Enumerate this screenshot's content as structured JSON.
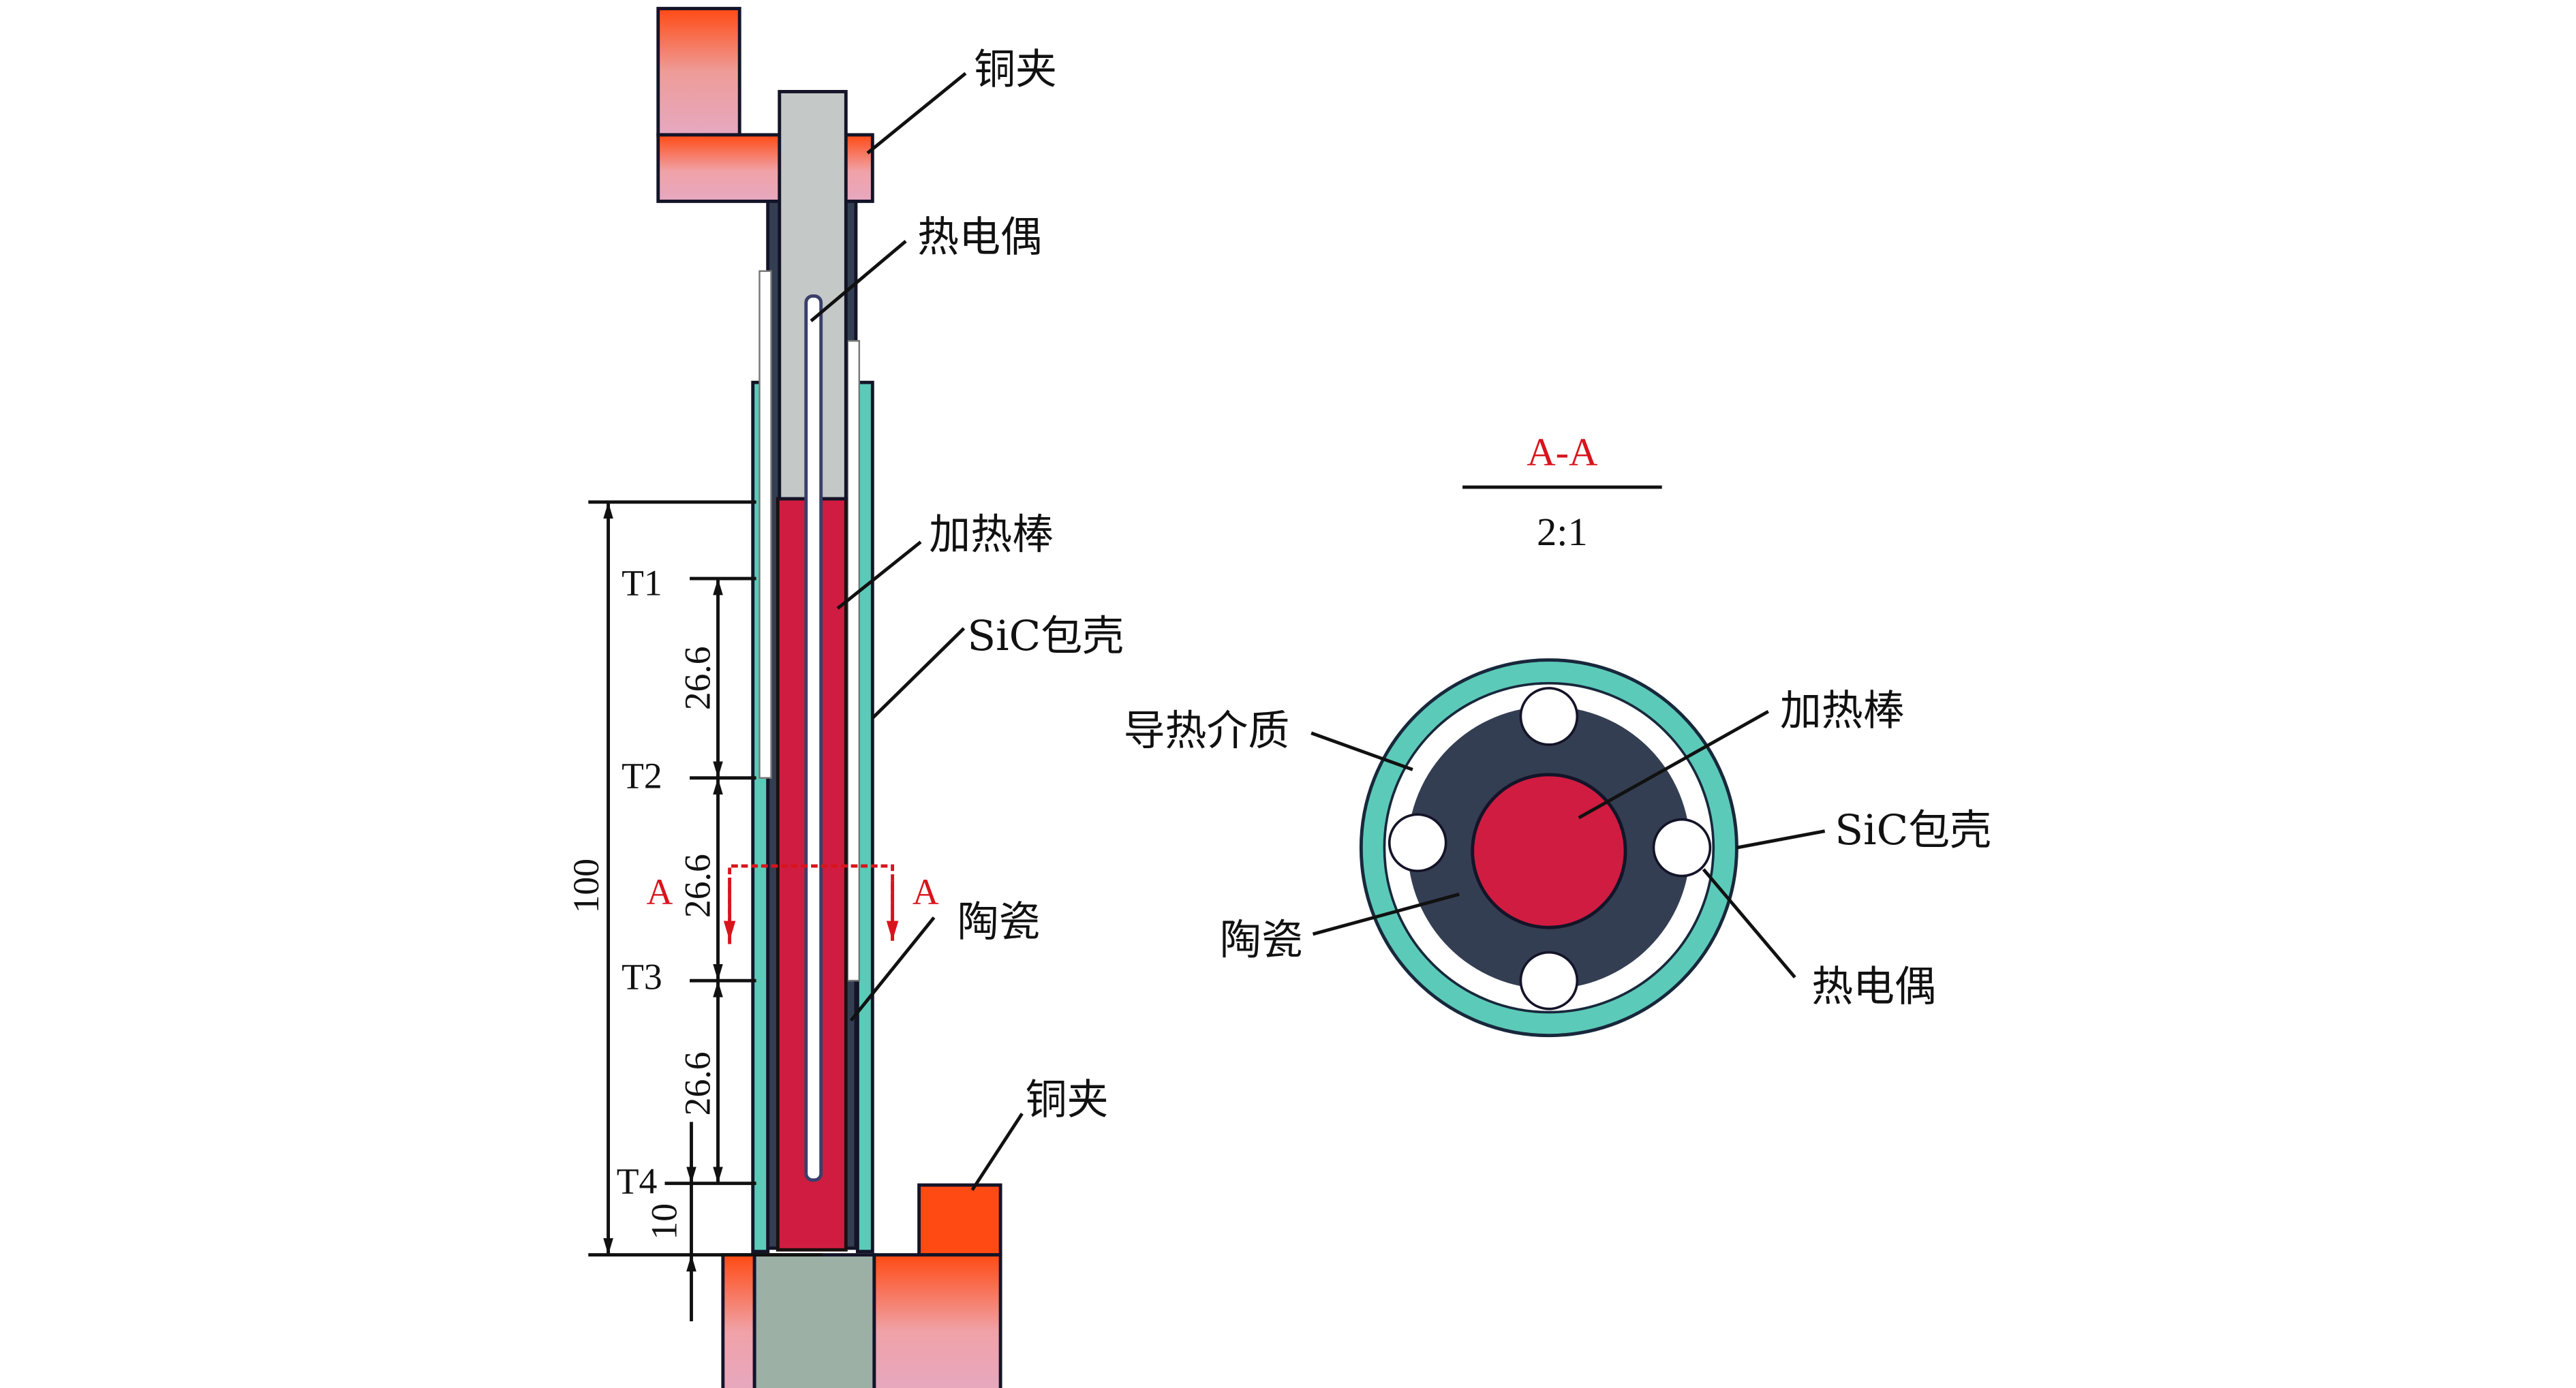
{
  "side_view": {
    "labels": {
      "copper_clamp_top": "铜夹",
      "thermocouple": "热电偶",
      "heating_rod": "加热棒",
      "sic_cladding": "SiC包壳",
      "ceramic": "陶瓷",
      "copper_clamp_bottom": "铜夹"
    },
    "measurement_points": [
      "T1",
      "T2",
      "T3",
      "T4"
    ],
    "dimensions": {
      "total": "100",
      "t1_t2": "26.6",
      "t2_t3": "26.6",
      "t3_t4": "26.6",
      "t4_bottom": "10"
    },
    "section_marks": {
      "left": "A",
      "right": "A"
    }
  },
  "section_view": {
    "title": "A-A",
    "scale": "2:1",
    "labels": {
      "thermal_medium": "导热介质",
      "heating_rod": "加热棒",
      "sic_cladding": "SiC包壳",
      "ceramic": "陶瓷",
      "thermocouple": "热电偶"
    }
  },
  "colors": {
    "copper": "#ff4a14",
    "copper_light": "#e8b0c4",
    "heating_rod": "#d01c40",
    "ceramic": "#343e52",
    "sic": "#5ccab8",
    "electrode": "#c8c8c8",
    "section_red": "#d8141c"
  }
}
